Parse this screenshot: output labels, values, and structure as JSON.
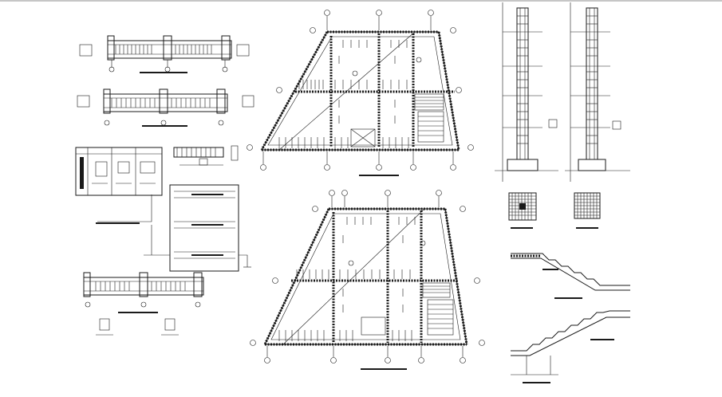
{
  "drawing": {
    "colors": {
      "background": "#ffffff",
      "line": "#1a1a1a",
      "grid_bubble": "#1a1a1a"
    },
    "sheet_elements": [
      "beam-detail-1",
      "beam-detail-2",
      "beam-detail-3",
      "column-schedule-table",
      "footing-detail-small",
      "electrical-riser-diagram",
      "upper-floor-framing-plan",
      "lower-floor-framing-plan",
      "column-section-1",
      "column-section-2",
      "footing-plan-1",
      "footing-plan-2",
      "stair-section-1",
      "stair-section-2"
    ]
  }
}
